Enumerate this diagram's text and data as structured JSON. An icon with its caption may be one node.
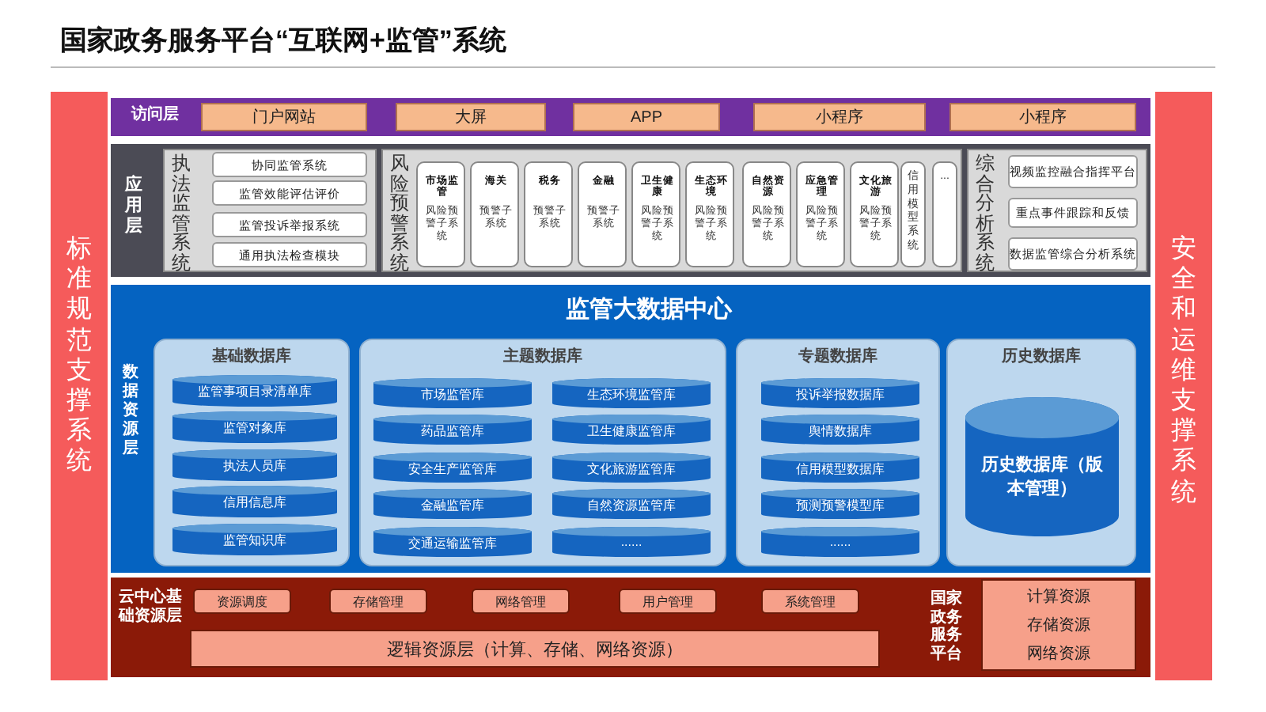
{
  "diagram": {
    "title": "国家政务服务平台“互联网+监管”系统",
    "nodes": [
      {
        "text": [
          "标准规范支撑系统"
        ]
      },
      {
        "text": [
          "安全和运维支撑系统"
        ]
      },
      {
        "text": [
          "访问层"
        ]
      },
      {
        "text": [
          "门户网站"
        ],
        "in": 2
      },
      {
        "text": [
          "大屏"
        ],
        "in": 2
      },
      {
        "text": [
          "APP"
        ],
        "in": 2
      },
      {
        "text": [
          "小程序"
        ],
        "in": 2
      },
      {
        "text": [
          "小程序"
        ],
        "in": 2
      },
      {
        "text": [
          "应用层"
        ]
      },
      {
        "text": [
          "执法监管系统"
        ],
        "in": 8
      },
      {
        "text": [
          "协同监管系统"
        ],
        "in": 9
      },
      {
        "text": [
          "监管效能评估评价"
        ],
        "in": 9
      },
      {
        "text": [
          "监管投诉举报系统"
        ],
        "in": 9
      },
      {
        "text": [
          "通用执法检查模块"
        ],
        "in": 9
      },
      {
        "text": [
          "风险预警系统"
        ],
        "in": 8
      },
      {
        "text": [
          "市场监管",
          "风险预警子系统"
        ],
        "in": 14
      },
      {
        "text": [
          "海关",
          "预警子系统"
        ],
        "in": 14
      },
      {
        "text": [
          "税务",
          "预警子系统"
        ],
        "in": 14
      },
      {
        "text": [
          "金融",
          "预警子系统"
        ],
        "in": 14
      },
      {
        "text": [
          "卫生健康",
          "风险预警子系统"
        ],
        "in": 14
      },
      {
        "text": [
          "生态环境",
          "风险预警子系统"
        ],
        "in": 14
      },
      {
        "text": [
          "自然资源",
          "风险预警子系统"
        ],
        "in": 14
      },
      {
        "text": [
          "应急管理",
          "风险预警子系统"
        ],
        "in": 14
      },
      {
        "text": [
          "文化旅游",
          "风险预警子系统"
        ],
        "in": 14
      },
      {
        "text": [
          "信用模型系统"
        ],
        "in": 14
      },
      {
        "text": [
          "..."
        ],
        "in": 14
      },
      {
        "text": [
          "综合分析系统"
        ],
        "in": 8
      },
      {
        "text": [
          "视频监控融合指挥平台"
        ],
        "in": 26
      },
      {
        "text": [
          "重点事件跟踪和反馈"
        ],
        "in": 26
      },
      {
        "text": [
          "数据监管综合分析系统"
        ],
        "in": 26
      },
      {
        "text": [
          "数据资源层",
          "监管大数据中心"
        ]
      },
      {
        "text": [
          "基础数据库"
        ],
        "in": 30
      },
      {
        "text": [
          "监管事项目录清单库"
        ],
        "in": 31
      },
      {
        "text": [
          "监管对象库"
        ],
        "in": 31
      },
      {
        "text": [
          "执法人员库"
        ],
        "in": 31
      },
      {
        "text": [
          "信用信息库"
        ],
        "in": 31
      },
      {
        "text": [
          "监管知识库"
        ],
        "in": 31
      },
      {
        "text": [
          "主题数据库"
        ],
        "in": 30
      },
      {
        "text": [
          "市场监管库"
        ],
        "in": 37
      },
      {
        "text": [
          "生态环境监管库"
        ],
        "in": 37
      },
      {
        "text": [
          "药品监管库"
        ],
        "in": 37
      },
      {
        "text": [
          "卫生健康监管库"
        ],
        "in": 37
      },
      {
        "text": [
          "安全生产监管库"
        ],
        "in": 37
      },
      {
        "text": [
          "文化旅游监管库"
        ],
        "in": 37
      },
      {
        "text": [
          "金融监管库"
        ],
        "in": 37
      },
      {
        "text": [
          "自然资源监管库"
        ],
        "in": 37
      },
      {
        "text": [
          "交通运输监管库"
        ],
        "in": 37
      },
      {
        "text": [
          "......"
        ],
        "in": 37
      },
      {
        "text": [
          "专题数据库"
        ],
        "in": 30
      },
      {
        "text": [
          "投诉举报数据库"
        ],
        "in": 48
      },
      {
        "text": [
          "舆情数据库"
        ],
        "in": 48
      },
      {
        "text": [
          "信用模型数据库"
        ],
        "in": 48
      },
      {
        "text": [
          "预测预警模型库"
        ],
        "in": 48
      },
      {
        "text": [
          "......"
        ],
        "in": 48
      },
      {
        "text": [
          "历史数据库"
        ],
        "in": 30
      },
      {
        "text": [
          "历史数据库（版本管理）"
        ],
        "in": 54
      },
      {
        "text": [
          "云中心基础资源层"
        ]
      },
      {
        "text": [
          "资源调度"
        ],
        "in": 56
      },
      {
        "text": [
          "存储管理"
        ],
        "in": 56
      },
      {
        "text": [
          "网络管理"
        ],
        "in": 56
      },
      {
        "text": [
          "用户管理"
        ],
        "in": 56
      },
      {
        "text": [
          "系统管理"
        ],
        "in": 56
      },
      {
        "text": [
          "逻辑资源层（计算、存储、网络资源）"
        ],
        "in": 56
      },
      {
        "text": [
          "国家政务服务平台",
          "计算资源",
          "存储资源",
          "网络资源"
        ],
        "in": 56
      }
    ]
  }
}
